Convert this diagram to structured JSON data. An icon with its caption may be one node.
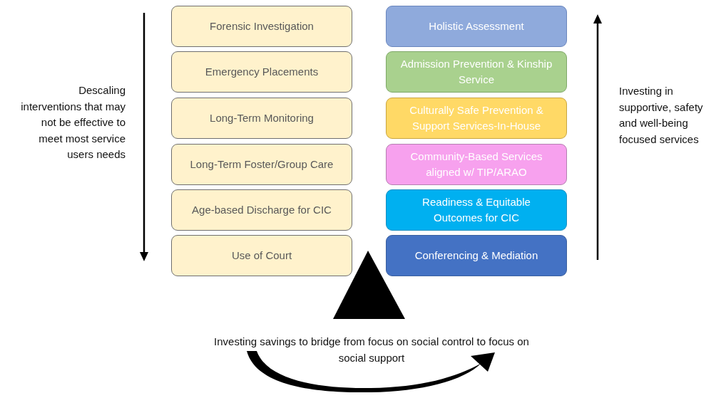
{
  "diagram": {
    "nodes": [
      {
        "text": [
          "Forensic Investigation"
        ]
      },
      {
        "text": [
          "Emergency Placements"
        ]
      },
      {
        "text": [
          "Long-Term Monitoring"
        ]
      },
      {
        "text": [
          "Long-Term Foster/Group Care"
        ]
      },
      {
        "text": [
          "Age-based Discharge for CIC"
        ]
      },
      {
        "text": [
          "Use of Court"
        ]
      },
      {
        "text": [
          "Holistic Assessment"
        ]
      },
      {
        "text": [
          "Admission Prevention & Kinship Service"
        ]
      },
      {
        "text": [
          "Culturally Safe Prevention & Support Services-In-House"
        ]
      },
      {
        "text": [
          "Community-Based Services aligned w/ TIP/ARAO"
        ]
      },
      {
        "text": [
          "Readiness & Equitable Outcomes for CIC"
        ]
      },
      {
        "text": [
          "Conferencing & Mediation"
        ]
      },
      {
        "text": [],
        "shape": "triangle"
      }
    ],
    "labels": [
      "Descaling interventions that may not be effective to meet most service users needs",
      "Investing in supportive, safety and well-being focused services",
      "Investing savings to bridge from focus on social control to focus on social support"
    ]
  }
}
